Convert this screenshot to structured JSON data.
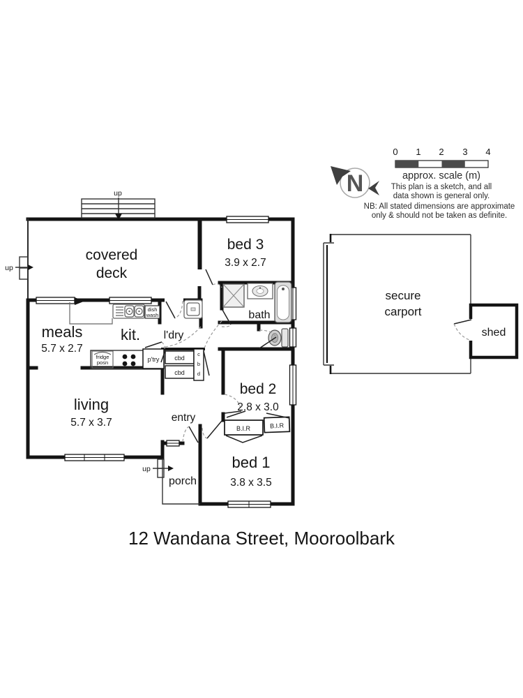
{
  "title": "12 Wandana Street, Mooroolbark",
  "legend": {
    "compass_letter": "N",
    "scale_ticks": [
      "0",
      "1",
      "2",
      "3",
      "4"
    ],
    "scale_caption": "approx. scale (m)",
    "sketch_note_line1": "This plan is a sketch, and all",
    "sketch_note_line2": "data shown is general only.",
    "nb_note_line1": "NB: All stated dimensions are approximate",
    "nb_note_line2": "only & should not be taken as definite."
  },
  "rooms": {
    "covered_deck": {
      "line1": "covered",
      "line2": "deck"
    },
    "bed3": {
      "name": "bed 3",
      "dims": "3.9 x 2.7"
    },
    "bath": {
      "name": "bath"
    },
    "meals": {
      "name": "meals",
      "dims": "5.7 x 2.7"
    },
    "kitchen": {
      "name": "kit."
    },
    "laundry": {
      "name": "l'dry"
    },
    "bed2": {
      "name": "bed 2",
      "dims": "2.8 x 3.0"
    },
    "living": {
      "name": "living",
      "dims": "5.7 x 3.7"
    },
    "entry": {
      "name": "entry"
    },
    "porch": {
      "name": "porch"
    },
    "bed1": {
      "name": "bed 1",
      "dims": "3.8 x 3.5"
    },
    "carport": {
      "line1": "secure",
      "line2": "carport"
    },
    "shed": {
      "name": "shed"
    }
  },
  "fixtures": {
    "dishwasher_line1": "dish",
    "dishwasher_line2": "wash",
    "fridge_line1": "fridge",
    "fridge_line2": "posn",
    "pantry": "p'try",
    "cupboard1": "cbd",
    "cupboard2": "cbd",
    "cupboard_vertical": [
      "c",
      "b",
      "d"
    ],
    "bir_left": "B.I.R",
    "bir_right": "B.I.R"
  },
  "annotations": {
    "up_deck": "up",
    "up_side": "up",
    "up_porch": "up"
  },
  "colors": {
    "wall": "#141414",
    "scale_dark": "#4a4a4a",
    "compass_gray": "#3f3f3f",
    "text": "#161616"
  }
}
